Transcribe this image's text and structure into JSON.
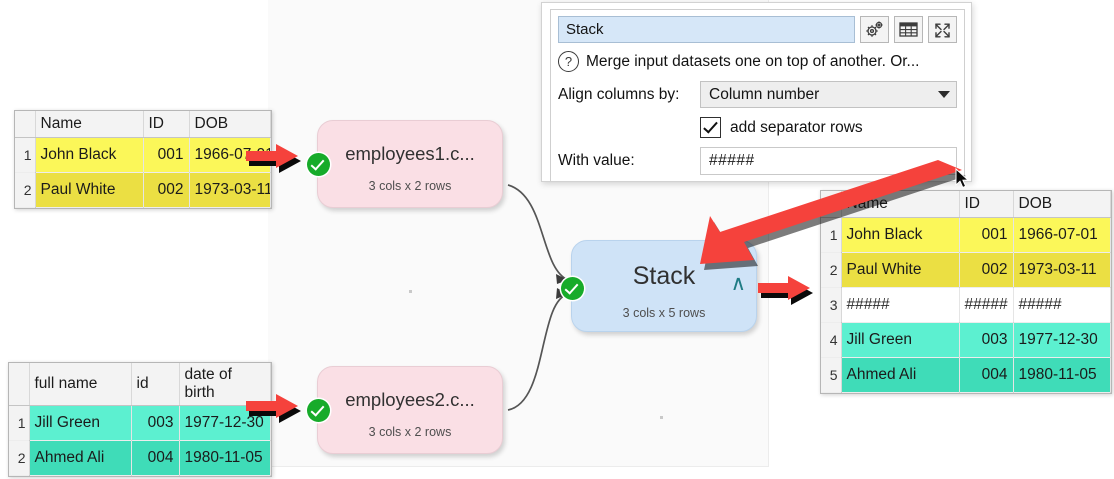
{
  "dialog": {
    "name_value": "Stack",
    "description": "Merge input datasets one on top of another. Or...",
    "help_icon": "question-icon",
    "buttons": [
      {
        "name": "settings-gears-button",
        "icon": "gears-icon"
      },
      {
        "name": "table-view-button",
        "icon": "table-grid-icon"
      },
      {
        "name": "expand-button",
        "icon": "expand-arrows-icon"
      }
    ],
    "align_label": "Align columns by:",
    "align_value": "Column number",
    "align_options": [
      "Column number"
    ],
    "separator_label": "add separator rows",
    "separator_checked": true,
    "with_value_label": "With value:",
    "with_value": "#####"
  },
  "canvas": {
    "nodes": [
      {
        "id": "employees1",
        "title": "employees1.c...",
        "subtitle": "3 cols x 2 rows",
        "status": "ok",
        "color": "#fadfe5"
      },
      {
        "id": "employees2",
        "title": "employees2.c...",
        "subtitle": "3 cols x 2 rows",
        "status": "ok",
        "color": "#fadfe5"
      },
      {
        "id": "stack",
        "title": "Stack",
        "subtitle": "3 cols x 5 rows",
        "status": "ok",
        "color": "#cfe3f7",
        "output_marker": "∧"
      }
    ]
  },
  "tables": {
    "input1": {
      "name": "employees1-preview",
      "headers": [
        "",
        "Name",
        "ID",
        "DOB"
      ],
      "rows": [
        {
          "num": "1",
          "cells": [
            "John Black",
            "001",
            "1966-07-01"
          ],
          "style": "r-yellow-a"
        },
        {
          "num": "2",
          "cells": [
            "Paul White",
            "002",
            "1973-03-11"
          ],
          "style": "r-yellow-b"
        }
      ]
    },
    "input2": {
      "name": "employees2-preview",
      "headers": [
        "",
        "full name",
        "id",
        "date of birth"
      ],
      "rows": [
        {
          "num": "1",
          "cells": [
            "Jill Green",
            "003",
            "1977-12-30"
          ],
          "style": "r-teal-a"
        },
        {
          "num": "2",
          "cells": [
            "Ahmed Ali",
            "004",
            "1980-11-05"
          ],
          "style": "r-teal-b"
        }
      ]
    },
    "output": {
      "name": "stack-result-preview",
      "headers": [
        "",
        "Name",
        "ID",
        "DOB"
      ],
      "rows": [
        {
          "num": "1",
          "cells": [
            "John Black",
            "001",
            "1966-07-01"
          ],
          "style": "r-yellow-a"
        },
        {
          "num": "2",
          "cells": [
            "Paul White",
            "002",
            "1973-03-11"
          ],
          "style": "r-yellow-b"
        },
        {
          "num": "3",
          "cells": [
            "#####",
            "#####",
            "#####"
          ],
          "style": "r-plain"
        },
        {
          "num": "4",
          "cells": [
            "Jill Green",
            "003",
            "1977-12-30"
          ],
          "style": "r-teal-a"
        },
        {
          "num": "5",
          "cells": [
            "Ahmed Ali",
            "004",
            "1980-11-05"
          ],
          "style": "r-teal-b"
        }
      ]
    }
  },
  "colors": {
    "accent_red": "#f5423c",
    "node_pink": "#fadfe5",
    "node_blue": "#cfe3f7",
    "status_green": "#17ab2a",
    "yellow_row": "#fbf759",
    "teal_row": "#5cf0d0"
  }
}
